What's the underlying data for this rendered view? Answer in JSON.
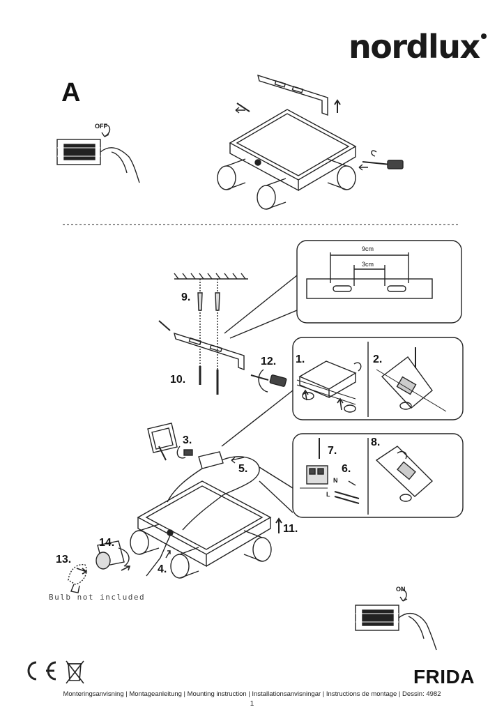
{
  "brand": {
    "logo": "nordlux"
  },
  "sections": {
    "a_label": "A",
    "off_label": "OFF",
    "on_label": "ON"
  },
  "detail": {
    "dim_outer": "9cm",
    "dim_inner": "3cm"
  },
  "steps": {
    "s1": "1.",
    "s2": "2.",
    "s3": "3.",
    "s4": "4.",
    "s5": "5.",
    "s6": "6.",
    "s7": "7.",
    "s8": "8.",
    "s9": "9.",
    "s10": "10.",
    "s11": "11.",
    "s12": "12.",
    "s13": "13.",
    "s14": "14."
  },
  "wires": {
    "n": "N",
    "l": "L"
  },
  "bulb_note": "Bulb not included",
  "product_name": "FRIDA",
  "footer": {
    "languages": "Monteringsanvisning | Montageanleitung | Mounting instruction | Installationsanvisningar | Instructions de montage | Dessin: 4982",
    "page": "1"
  }
}
